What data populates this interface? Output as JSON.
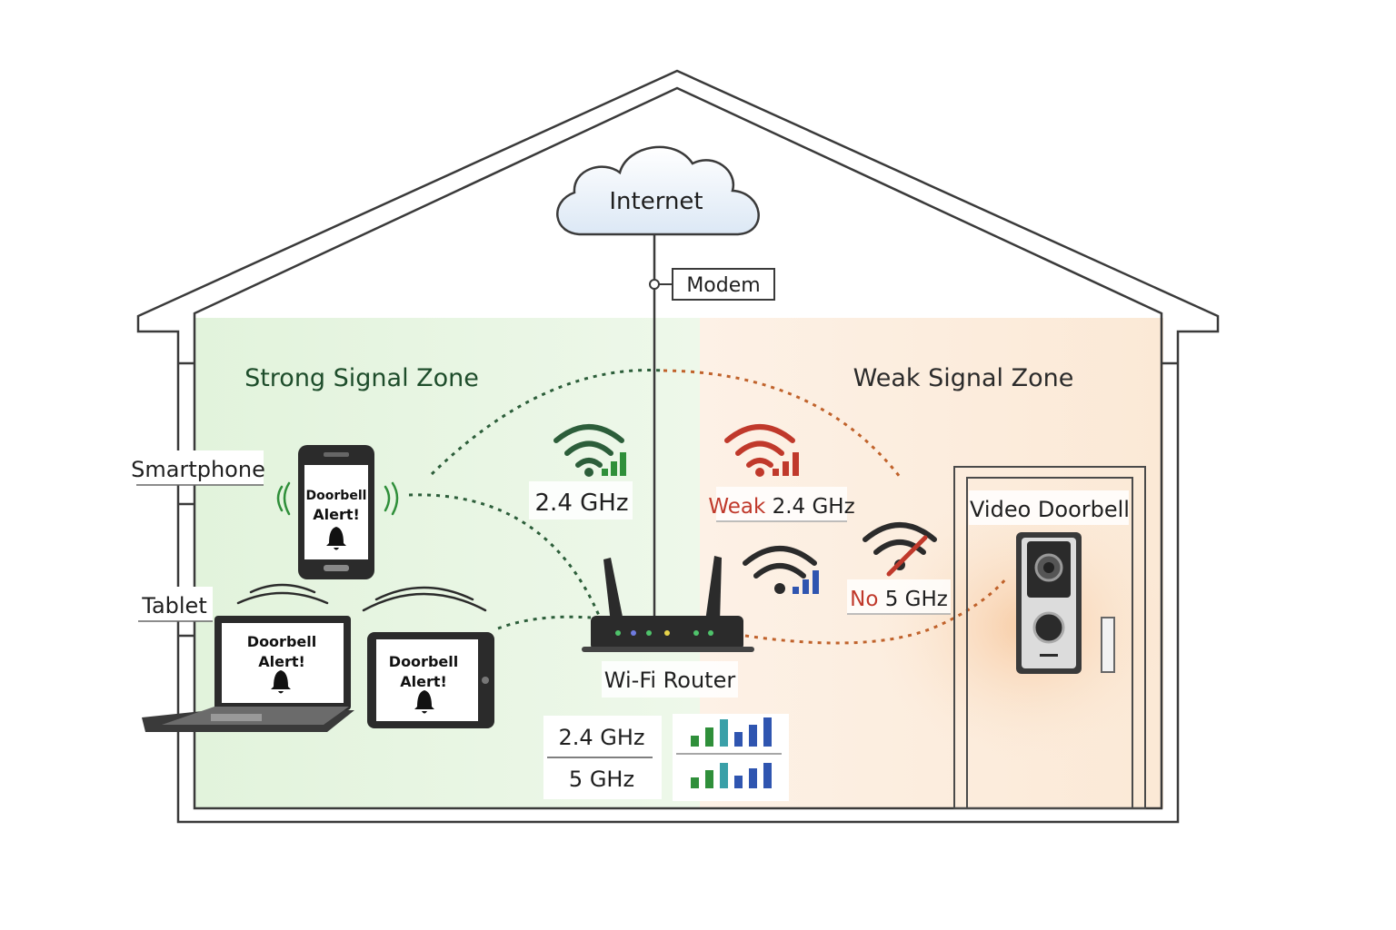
{
  "cloud": {
    "label": "Internet"
  },
  "modem": {
    "label": "Modem"
  },
  "zones": {
    "strong": {
      "title": "Strong Signal Zone",
      "color": "#1e4d2b"
    },
    "weak": {
      "title": "Weak Signal Zone",
      "color": "#2b2b2b"
    }
  },
  "devices": {
    "smartphone": {
      "label": "Smartphone",
      "alert_line1": "Doorbell",
      "alert_line2": "Alert!"
    },
    "tablet": {
      "label": "Tablet",
      "alert_line1": "Doorbell",
      "alert_line2": "Alert!"
    },
    "laptop": {
      "alert_line1": "Doorbell",
      "alert_line2": "Alert!"
    },
    "router": {
      "label": "Wi-Fi Router"
    },
    "doorbell": {
      "label": "Video Doorbell"
    }
  },
  "signals": {
    "strong_24": {
      "label": "2.4 GHz"
    },
    "weak_24": {
      "prefix": "Weak",
      "band": "2.4 GHz"
    },
    "no_5": {
      "prefix": "No",
      "band": "5 GHz"
    }
  },
  "bands_table": {
    "row1": "2.4 GHz",
    "row2": "5 GHz"
  },
  "colors": {
    "strong_green": "#2f8f3a",
    "weak_red": "#c0392b",
    "orange_dots": "#c0622b",
    "green_dots": "#2c5e3a",
    "blue_bars": "#2f55b0"
  }
}
